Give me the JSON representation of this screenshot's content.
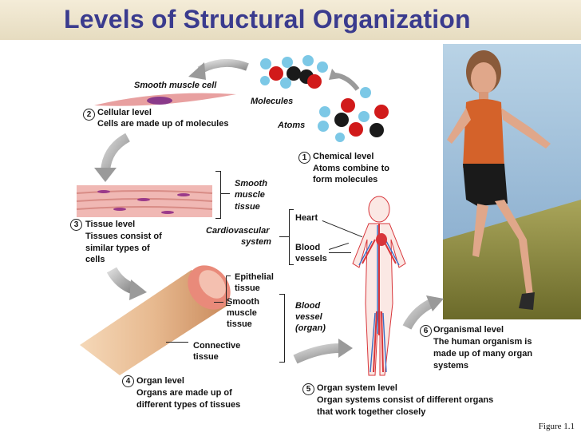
{
  "title": "Levels of Structural Organization",
  "figure_label": "Figure 1.1",
  "labels": {
    "smooth_muscle_cell": "Smooth muscle cell",
    "molecules": "Molecules",
    "atoms": "Atoms",
    "cellular_num": "2",
    "cellular_title": "Cellular level",
    "cellular_desc": "Cells are made up of molecules",
    "chemical_num": "1",
    "chemical_title": "Chemical level",
    "chemical_desc1": "Atoms combine to",
    "chemical_desc2": "form molecules",
    "smooth_tissue1": "Smooth",
    "smooth_tissue2": "muscle",
    "smooth_tissue3": "tissue",
    "tissue_num": "3",
    "tissue_title": "Tissue level",
    "tissue_desc1": "Tissues consist of",
    "tissue_desc2": "similar types of",
    "tissue_desc3": "cells",
    "heart": "Heart",
    "cardio1": "Cardiovascular",
    "cardio2": "system",
    "blood_vessels1": "Blood",
    "blood_vessels2": "vessels",
    "epithelial1": "Epithelial",
    "epithelial2": "tissue",
    "smooth2_1": "Smooth",
    "smooth2_2": "muscle",
    "smooth2_3": "tissue",
    "blood_vessel_organ1": "Blood",
    "blood_vessel_organ2": "vessel",
    "blood_vessel_organ3": "(organ)",
    "connective1": "Connective",
    "connective2": "tissue",
    "organismal_num": "6",
    "organismal_title": "Organismal level",
    "organismal_desc1": "The human organism is",
    "organismal_desc2": "made up of many organ",
    "organismal_desc3": "systems",
    "organ_num": "4",
    "organ_title": "Organ level",
    "organ_desc1": "Organs are made up of",
    "organ_desc2": "different types of tissues",
    "system_num": "5",
    "system_title": "Organ system level",
    "system_desc1": "Organ systems consist of different organs",
    "system_desc2": "that work together  closely"
  },
  "colors": {
    "title": "#3a3b8e",
    "atom_red": "#d11a1a",
    "atom_blue": "#7cc8e6",
    "atom_black": "#1a1a1a",
    "arrow_gray": "#9a9a9a",
    "muscle_pink": "#e8a0a0",
    "vessel_red": "#d8353a",
    "vessel_blue": "#3a6fc4"
  }
}
